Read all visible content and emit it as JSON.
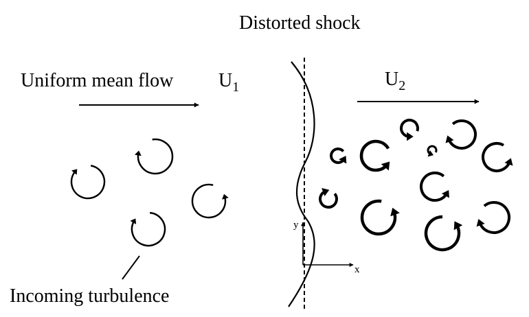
{
  "title": "Distorted shock",
  "left_flow_label": "Uniform mean flow",
  "u1": {
    "base": "U",
    "sub": "1"
  },
  "u2": {
    "base": "U",
    "sub": "2"
  },
  "turbulence_label": "Incoming turbulence",
  "axis_y": "y",
  "axis_x": "x",
  "colors": {
    "ink": "#000000",
    "background": "#ffffff"
  },
  "eddy_icon": "circular-arrow-icon"
}
